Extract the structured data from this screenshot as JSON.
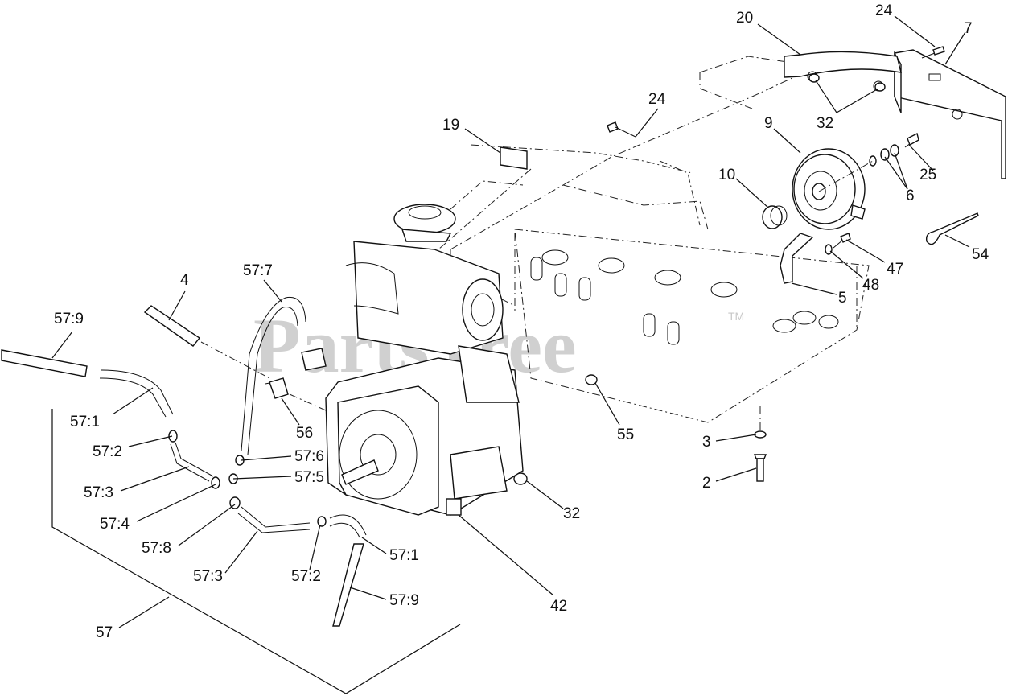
{
  "watermark": {
    "text": "PartsTree",
    "tm": "TM"
  },
  "callouts": [
    {
      "id": "c-20",
      "text": "20"
    },
    {
      "id": "c-24a",
      "text": "24"
    },
    {
      "id": "c-7",
      "text": "7"
    },
    {
      "id": "c-24b",
      "text": "24"
    },
    {
      "id": "c-32a",
      "text": "32"
    },
    {
      "id": "c-19",
      "text": "19"
    },
    {
      "id": "c-9",
      "text": "9"
    },
    {
      "id": "c-10",
      "text": "10"
    },
    {
      "id": "c-25",
      "text": "25"
    },
    {
      "id": "c-6",
      "text": "6"
    },
    {
      "id": "c-54",
      "text": "54"
    },
    {
      "id": "c-47",
      "text": "47"
    },
    {
      "id": "c-48",
      "text": "48"
    },
    {
      "id": "c-5",
      "text": "5"
    },
    {
      "id": "c-4",
      "text": "4"
    },
    {
      "id": "c-57-7",
      "text": "57:7"
    },
    {
      "id": "c-57-9a",
      "text": "57:9"
    },
    {
      "id": "c-57-1a",
      "text": "57:1"
    },
    {
      "id": "c-57-2a",
      "text": "57:2"
    },
    {
      "id": "c-56",
      "text": "56"
    },
    {
      "id": "c-55",
      "text": "55"
    },
    {
      "id": "c-57-6",
      "text": "57:6"
    },
    {
      "id": "c-57-5",
      "text": "57:5"
    },
    {
      "id": "c-57-3a",
      "text": "57:3"
    },
    {
      "id": "c-57-4",
      "text": "57:4"
    },
    {
      "id": "c-57-8",
      "text": "57:8"
    },
    {
      "id": "c-3",
      "text": "3"
    },
    {
      "id": "c-2",
      "text": "2"
    },
    {
      "id": "c-32b",
      "text": "32"
    },
    {
      "id": "c-57-1b",
      "text": "57:1"
    },
    {
      "id": "c-57-3b",
      "text": "57:3"
    },
    {
      "id": "c-57-2b",
      "text": "57:2"
    },
    {
      "id": "c-57-9b",
      "text": "57:9"
    },
    {
      "id": "c-42",
      "text": "42"
    },
    {
      "id": "c-57",
      "text": "57"
    }
  ]
}
